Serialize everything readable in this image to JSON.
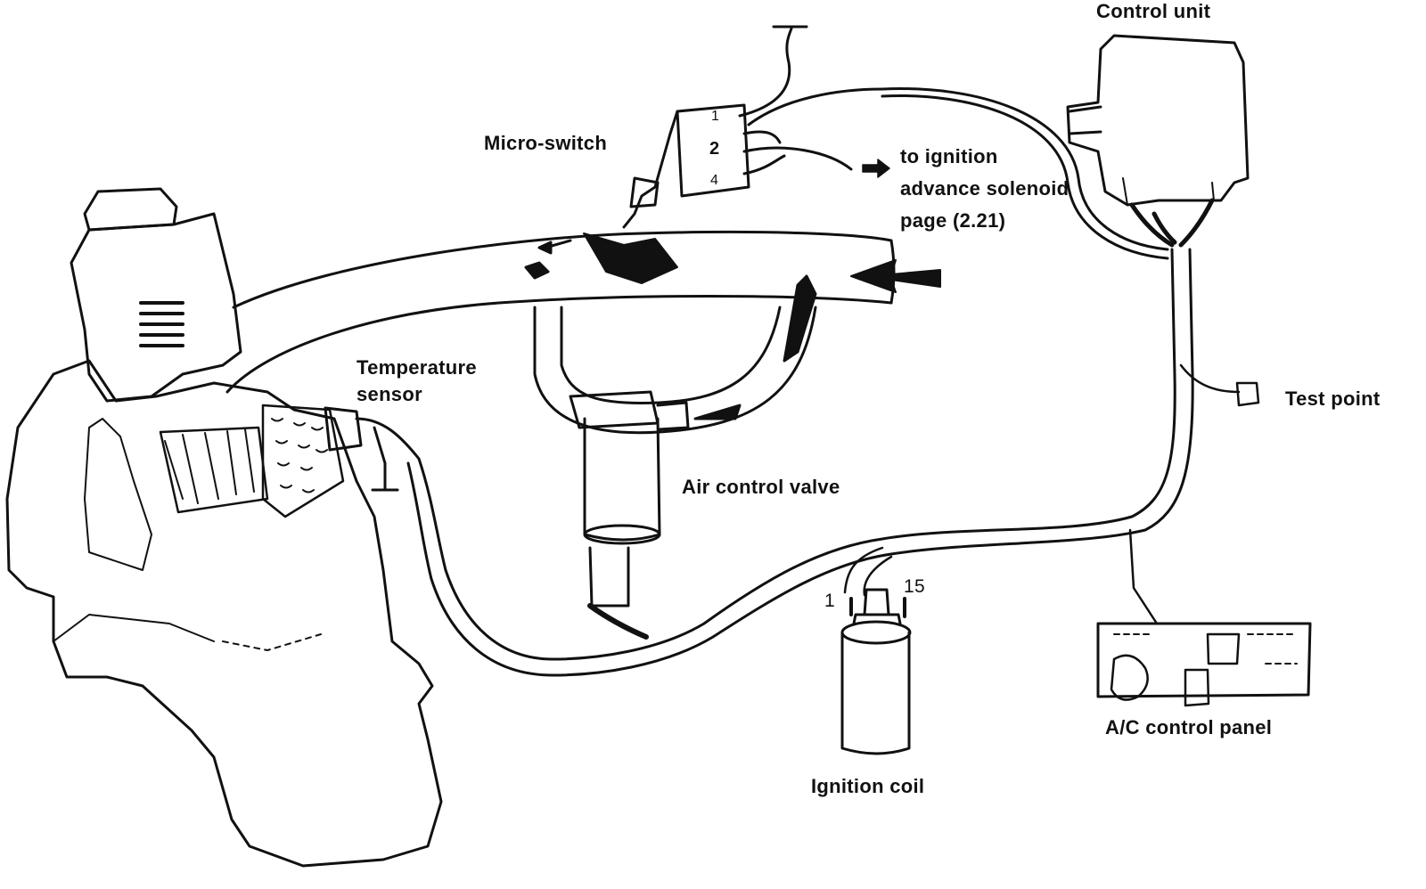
{
  "diagram": {
    "labels": {
      "control_unit": "Control unit",
      "micro_switch": "Micro-switch",
      "ignition_solenoid": "to ignition\nadvance solenoid\npage (2.21)",
      "temperature_sensor": "Temperature\nsensor",
      "test_point": "Test point",
      "air_control_valve": "Air control valve",
      "ignition_coil": "Ignition coil",
      "ac_control_panel": "A/C control panel",
      "coil_pin_1": "1",
      "coil_pin_15": "15",
      "switch_pin_1": "1",
      "switch_pin_2": "2",
      "switch_pin_4": "4"
    },
    "colors": {
      "ink": "#111111",
      "paper": "#ffffff"
    }
  }
}
